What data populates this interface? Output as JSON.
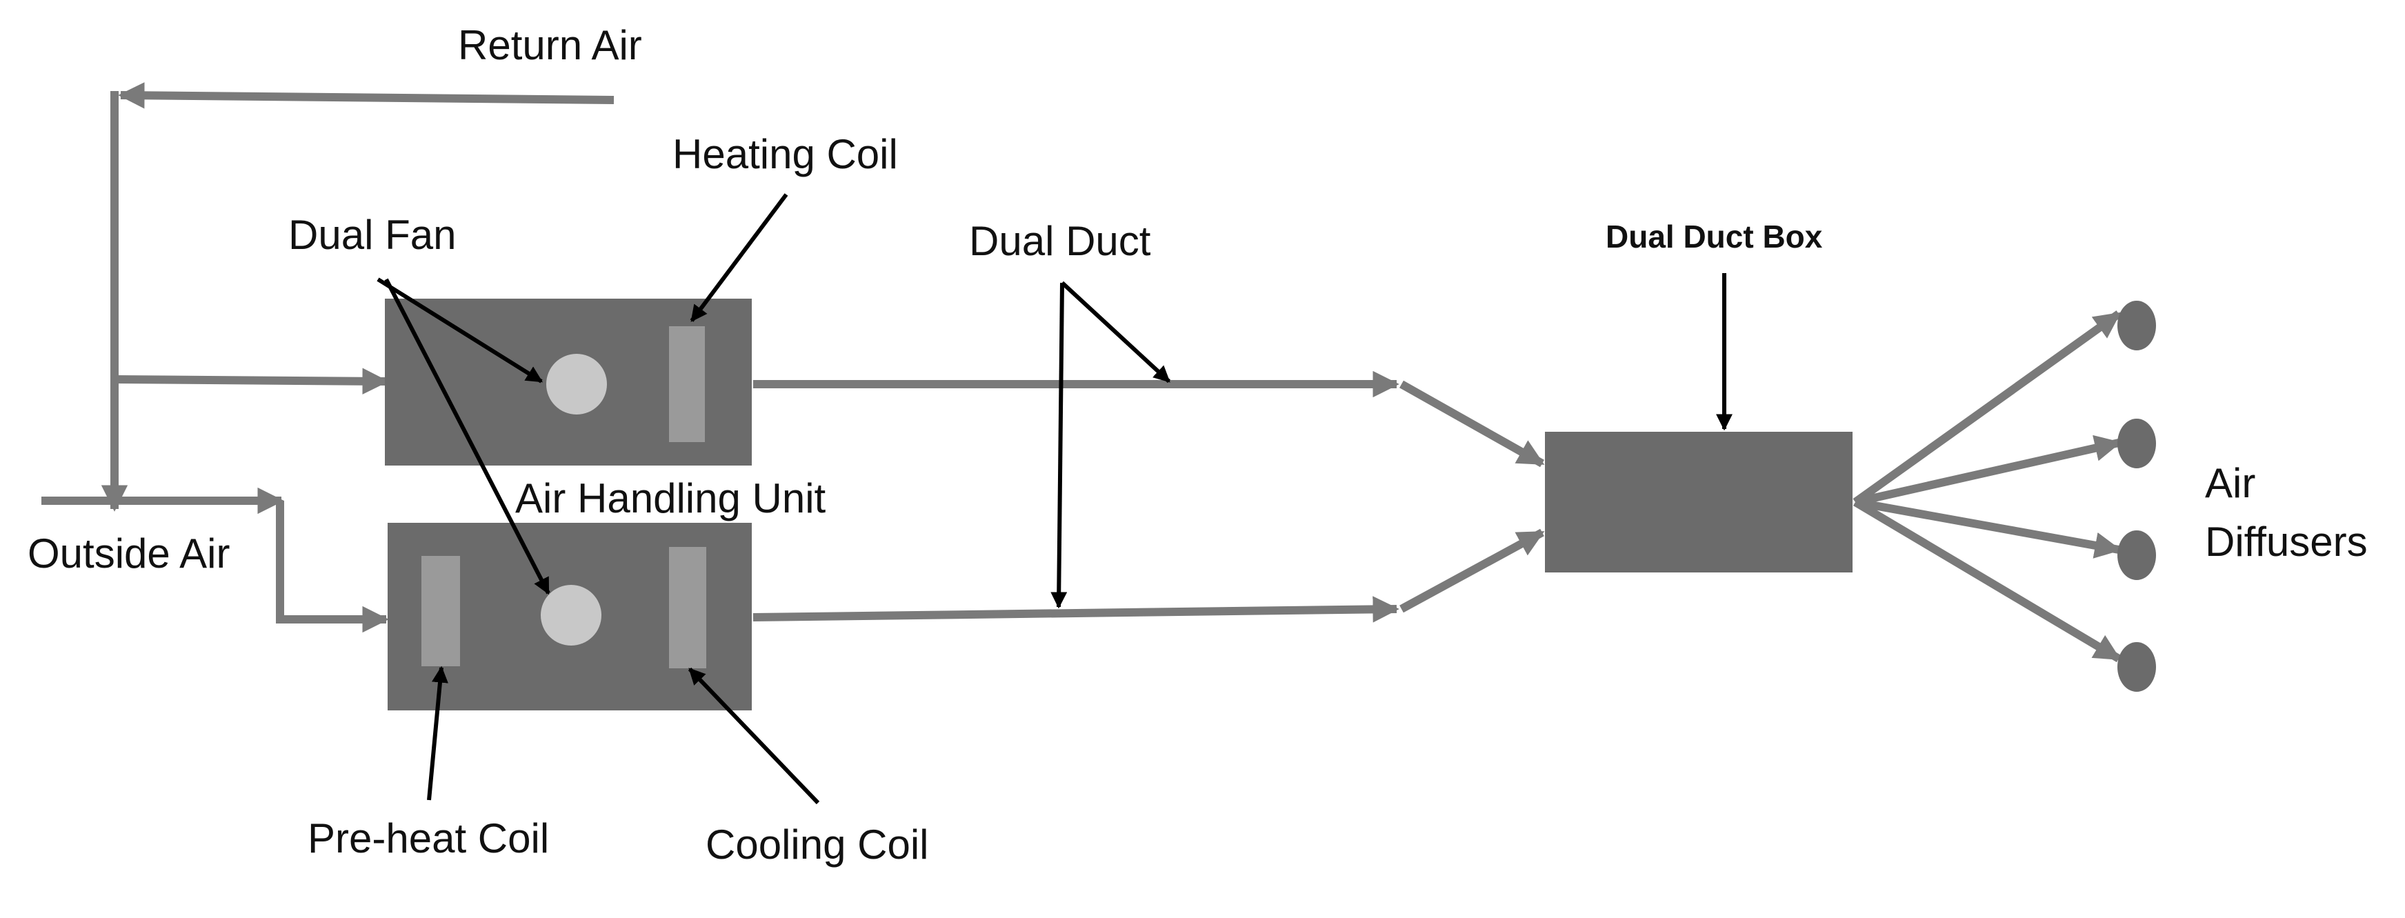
{
  "labels": {
    "return_air": "Return Air",
    "heating_coil": "Heating Coil",
    "dual_fan": "Dual Fan",
    "dual_duct": "Dual Duct",
    "dual_duct_box": "Dual Duct Box",
    "air_handling_unit": "Air Handling Unit",
    "outside_air": "Outside Air",
    "air_diffusers_line1": "Air",
    "air_diffusers_line2": "Diffusers",
    "preheat_coil": "Pre-heat Coil",
    "cooling_coil": "Cooling Coil"
  },
  "colors": {
    "duct": "#7a7a7a",
    "unit_box": "#6b6b6b",
    "coil": "#9a9a9a",
    "fan": "#c8c8c8",
    "diffuser": "#6b6b6b",
    "pointer": "#000000"
  },
  "icons": {
    "fan": "circle-fan-icon",
    "coil": "rect-coil-icon",
    "diffuser": "round-diffuser-icon"
  }
}
